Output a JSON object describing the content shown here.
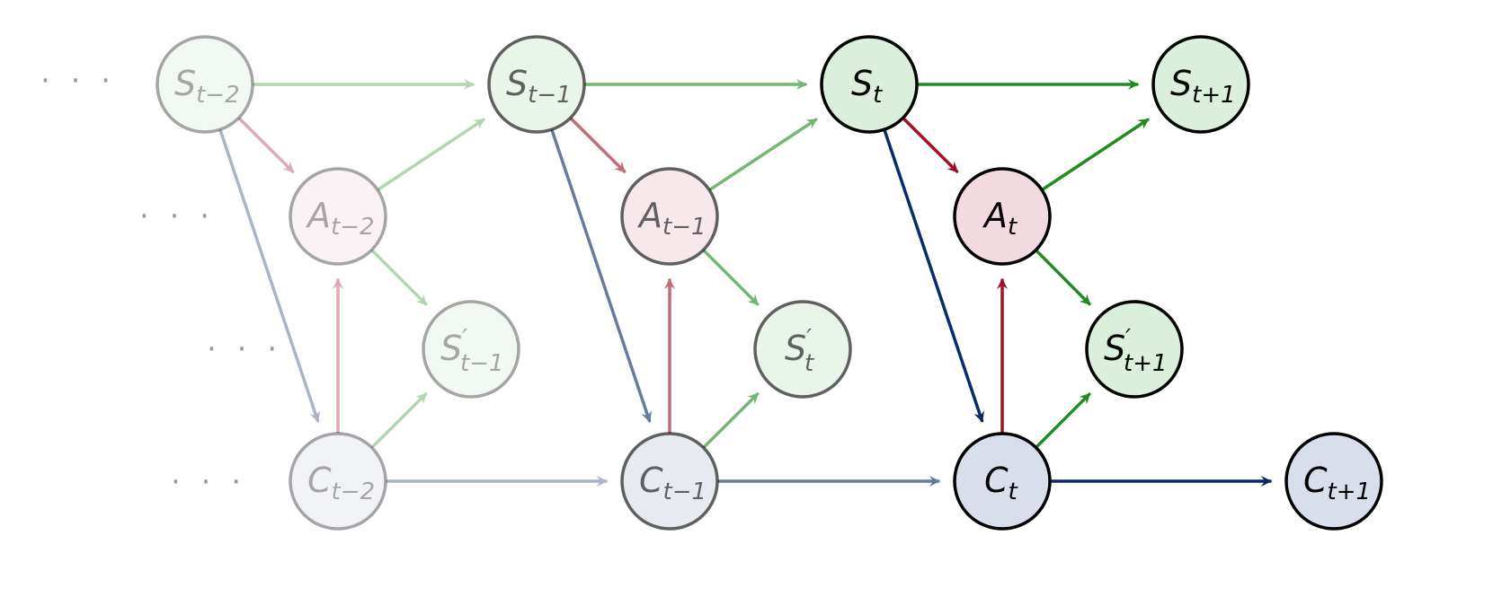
{
  "colors": {
    "state_fill": "#dcefdc",
    "action_fill": "#f2dbe0",
    "context_fill": "#d9dfea",
    "green_edge": "#228b22",
    "red_edge": "#a0112a",
    "blue_edge": "#0b2a66",
    "node_stroke": "#000000",
    "text": "#000000",
    "ellipsis": "#9a9a9a"
  },
  "nodes": [
    {
      "id": "S_t-2",
      "kind": "state",
      "base": "S",
      "sub": "t−2",
      "prime": false,
      "opacity": 0.35
    },
    {
      "id": "A_t-2",
      "kind": "action",
      "base": "A",
      "sub": "t−2",
      "prime": false,
      "opacity": 0.35
    },
    {
      "id": "Sp_t-1",
      "kind": "state",
      "base": "S",
      "sub": "t−1",
      "prime": true,
      "opacity": 0.35
    },
    {
      "id": "C_t-2",
      "kind": "context",
      "base": "C",
      "sub": "t−2",
      "prime": false,
      "opacity": 0.35
    },
    {
      "id": "S_t-1",
      "kind": "state",
      "base": "S",
      "sub": "t−1",
      "prime": false,
      "opacity": 0.62
    },
    {
      "id": "A_t-1",
      "kind": "action",
      "base": "A",
      "sub": "t−1",
      "prime": false,
      "opacity": 0.62
    },
    {
      "id": "Sp_t",
      "kind": "state",
      "base": "S",
      "sub": "t",
      "prime": true,
      "opacity": 0.62
    },
    {
      "id": "C_t-1",
      "kind": "context",
      "base": "C",
      "sub": "t−1",
      "prime": false,
      "opacity": 0.62
    },
    {
      "id": "S_t",
      "kind": "state",
      "base": "S",
      "sub": "t",
      "prime": false,
      "opacity": 1
    },
    {
      "id": "A_t",
      "kind": "action",
      "base": "A",
      "sub": "t",
      "prime": false,
      "opacity": 1
    },
    {
      "id": "Sp_t+1",
      "kind": "state",
      "base": "S",
      "sub": "t+1",
      "prime": true,
      "opacity": 1
    },
    {
      "id": "C_t",
      "kind": "context",
      "base": "C",
      "sub": "t",
      "prime": false,
      "opacity": 1
    },
    {
      "id": "S_t+1",
      "kind": "state",
      "base": "S",
      "sub": "t+1",
      "prime": false,
      "opacity": 1
    },
    {
      "id": "C_t+1",
      "kind": "context",
      "base": "C",
      "sub": "t+1",
      "prime": false,
      "opacity": 1
    }
  ],
  "edges": [
    {
      "from": "S_t-2",
      "to": "S_t-1",
      "color": "green",
      "opacity": 0.35
    },
    {
      "from": "S_t-2",
      "to": "A_t-2",
      "color": "red",
      "opacity": 0.35
    },
    {
      "from": "S_t-2",
      "to": "C_t-2",
      "color": "blue",
      "opacity": 0.35
    },
    {
      "from": "A_t-2",
      "to": "S_t-1",
      "color": "green",
      "opacity": 0.35
    },
    {
      "from": "A_t-2",
      "to": "Sp_t-1",
      "color": "green",
      "opacity": 0.35
    },
    {
      "from": "C_t-2",
      "to": "A_t-2",
      "color": "red",
      "opacity": 0.35
    },
    {
      "from": "C_t-2",
      "to": "Sp_t-1",
      "color": "green",
      "opacity": 0.35
    },
    {
      "from": "C_t-2",
      "to": "C_t-1",
      "color": "blue",
      "opacity": 0.35
    },
    {
      "from": "S_t-1",
      "to": "S_t",
      "color": "green",
      "opacity": 0.62
    },
    {
      "from": "S_t-1",
      "to": "A_t-1",
      "color": "red",
      "opacity": 0.62
    },
    {
      "from": "S_t-1",
      "to": "C_t-1",
      "color": "blue",
      "opacity": 0.62
    },
    {
      "from": "A_t-1",
      "to": "S_t",
      "color": "green",
      "opacity": 0.62
    },
    {
      "from": "A_t-1",
      "to": "Sp_t",
      "color": "green",
      "opacity": 0.62
    },
    {
      "from": "C_t-1",
      "to": "A_t-1",
      "color": "red",
      "opacity": 0.62
    },
    {
      "from": "C_t-1",
      "to": "Sp_t",
      "color": "green",
      "opacity": 0.62
    },
    {
      "from": "C_t-1",
      "to": "C_t",
      "color": "blue",
      "opacity": 0.62
    },
    {
      "from": "S_t",
      "to": "S_t+1",
      "color": "green",
      "opacity": 1
    },
    {
      "from": "S_t",
      "to": "A_t",
      "color": "red",
      "opacity": 1
    },
    {
      "from": "S_t",
      "to": "C_t",
      "color": "blue",
      "opacity": 1
    },
    {
      "from": "A_t",
      "to": "S_t+1",
      "color": "green",
      "opacity": 1
    },
    {
      "from": "A_t",
      "to": "Sp_t+1",
      "color": "green",
      "opacity": 1
    },
    {
      "from": "C_t",
      "to": "A_t",
      "color": "red",
      "opacity": 1
    },
    {
      "from": "C_t",
      "to": "Sp_t+1",
      "color": "green",
      "opacity": 1
    },
    {
      "from": "C_t",
      "to": "C_t+1",
      "color": "blue",
      "opacity": 1
    }
  ],
  "ellipses": [
    {
      "id": "row-state",
      "text": "· · ·"
    },
    {
      "id": "row-action",
      "text": "· · ·"
    },
    {
      "id": "row-prime",
      "text": "· · ·"
    },
    {
      "id": "row-context",
      "text": "· · ·"
    }
  ]
}
